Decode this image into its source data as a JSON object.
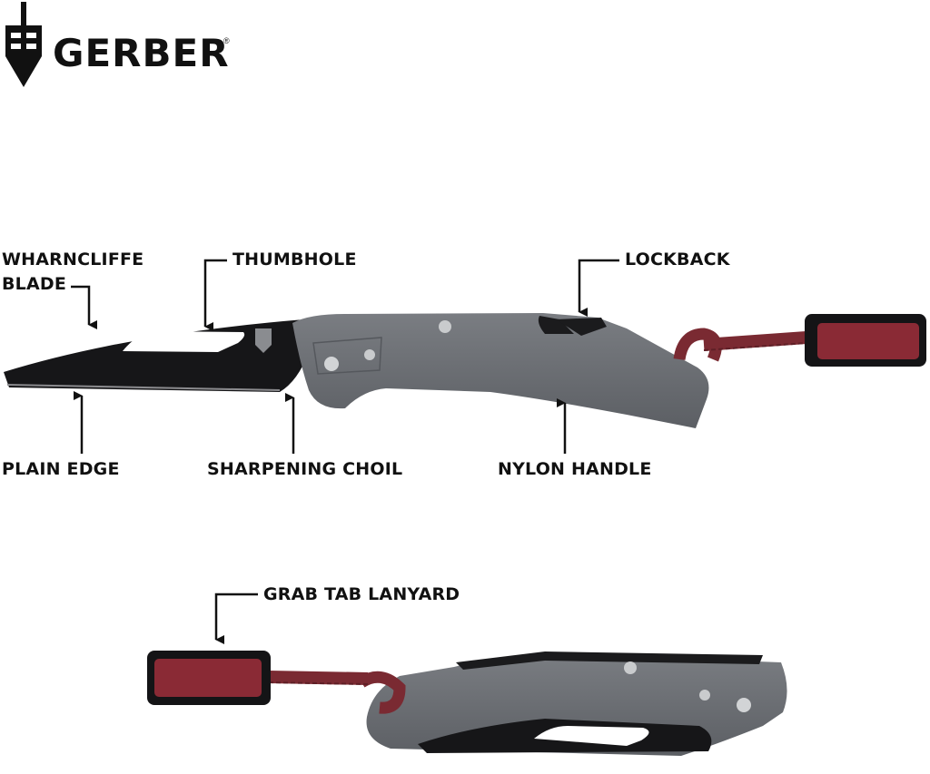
{
  "brand": {
    "name": "GERBER",
    "registered_mark": "®"
  },
  "callouts": {
    "blade_line1": "WHARNCLIFFE",
    "blade_line2": "BLADE",
    "thumbhole": "THUMBHOLE",
    "lockback": "LOCKBACK",
    "plain_edge": "PLAIN EDGE",
    "sharpening_choil": "SHARPENING CHOIL",
    "nylon_handle": "NYLON HANDLE",
    "grab_tab_lanyard": "GRAB TAB LANYARD"
  },
  "colors": {
    "text": "#111111",
    "handle_gray": "#6b6e73",
    "handle_dark": "#55585d",
    "blade_black": "#161618",
    "lanyard_red": "#7a2a32",
    "tab_red": "#8a2a35",
    "background": "#ffffff"
  },
  "icons": {
    "logo": "gerber-sword-shield-icon"
  }
}
